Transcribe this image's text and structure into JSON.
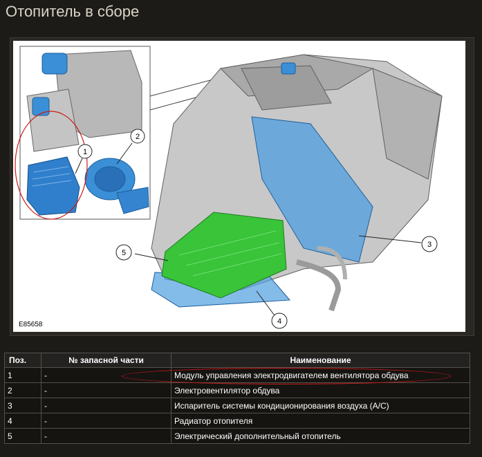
{
  "page": {
    "title": "Отопитель в сборе"
  },
  "figure": {
    "code": "E85658",
    "callouts": [
      "1",
      "2",
      "3",
      "4",
      "5"
    ]
  },
  "table": {
    "headers": {
      "pos": "Поз.",
      "part_number": "№ запасной части",
      "name": "Наименование"
    },
    "rows": [
      {
        "pos": "1",
        "part_number": "-",
        "name": "Модуль управления электродвигателем вентилятора обдува"
      },
      {
        "pos": "2",
        "part_number": "-",
        "name": "Электровентилятор обдува"
      },
      {
        "pos": "3",
        "part_number": "-",
        "name": "Испаритель системы кондиционирования воздуха (A/C)"
      },
      {
        "pos": "4",
        "part_number": "-",
        "name": "Радиатор отопителя"
      },
      {
        "pos": "5",
        "part_number": "-",
        "name": "Электрический дополнительный отопитель"
      }
    ]
  },
  "colors": {
    "highlight_blue": "#3a8fd6",
    "highlight_green": "#39c43a",
    "annotation_red": "#cc1a1a"
  }
}
